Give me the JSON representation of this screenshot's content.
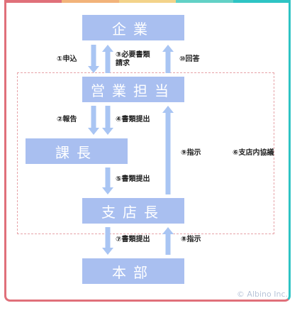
{
  "colors": {
    "box": "#a9bff0",
    "arrow": "#a9c5f3",
    "frame_top": [
      "#e0707a",
      "#f2b37a",
      "#f3d38a",
      "#62d1c6",
      "#2ec4c4"
    ],
    "dotted": "#e6a3a8"
  },
  "boxes": {
    "company": "企業",
    "staff": "営業担当",
    "manager": "課長",
    "branch_head": "支店長",
    "headquarters": "本部"
  },
  "labels": {
    "apply": "①申込",
    "request_docs": "③必要書類\n請求",
    "answer": "⑩回答",
    "report": "②報告",
    "submit_docs_4": "④書類提出",
    "submit_docs_5": "⑤書類提出",
    "instruct_9": "⑨指示",
    "branch_meeting": "⑥支店内協議",
    "submit_docs_7": "⑦書類提出",
    "instruct_8": "⑧指示"
  },
  "copyright": "© Albino Inc."
}
